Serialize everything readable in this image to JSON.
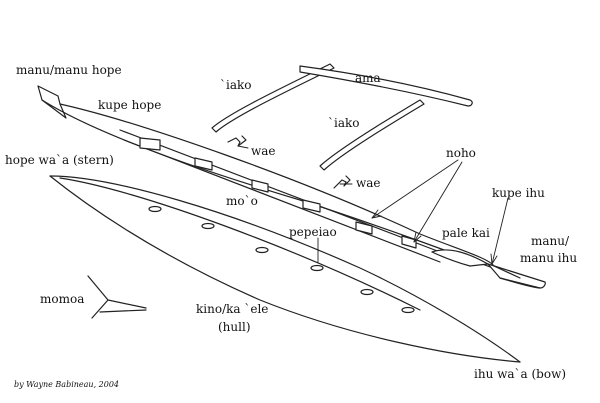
{
  "diagram": {
    "labels": {
      "manu_hope": "manu/manu hope",
      "kupe_hope": "kupe hope",
      "iako_1": "`iako",
      "ama": "ama",
      "iako_2": "`iako",
      "wae_1": "wae",
      "wae_2": "wae",
      "noho": "noho",
      "hope_waa": "hope wa`a (stern)",
      "moo": "mo`o",
      "kupe_ihu": "kupe ihu",
      "pale_kai": "pale kai",
      "manu_ihu_line1": "manu/",
      "manu_ihu_line2": "manu ihu",
      "pepeiao": "pepeiao",
      "momoa": "momoa",
      "kino_line1": "kino/ka `ele",
      "kino_line2": "(hull)",
      "ihu_waa": "ihu wa`a (bow)"
    },
    "credit": "by Wayne Babineau, 2004"
  }
}
